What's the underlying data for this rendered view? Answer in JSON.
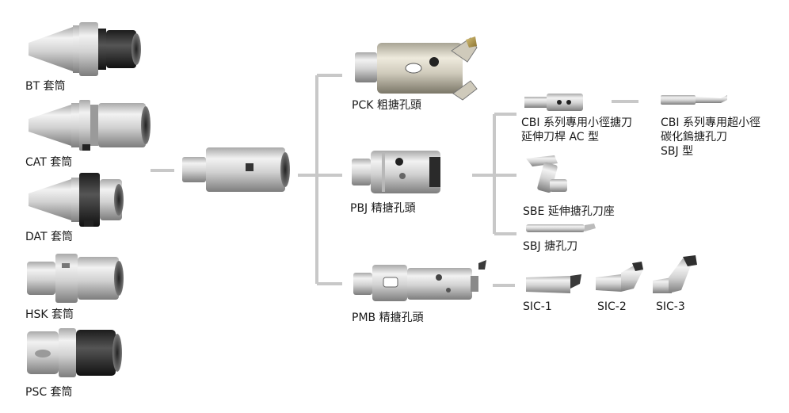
{
  "holders": [
    {
      "id": "bt",
      "label": "BT 套筒"
    },
    {
      "id": "cat",
      "label": "CAT 套筒"
    },
    {
      "id": "dat",
      "label": "DAT 套筒"
    },
    {
      "id": "hsk",
      "label": "HSK 套筒"
    },
    {
      "id": "psc",
      "label": "PSC 套筒"
    }
  ],
  "heads": [
    {
      "id": "pck",
      "label": "PCK 粗搪孔頭"
    },
    {
      "id": "pbj",
      "label": "PBJ 精搪孔頭"
    },
    {
      "id": "pmb",
      "label": "PMB 精搪孔頭"
    }
  ],
  "bars": {
    "cbi_ac": {
      "line1": "CBI 系列專用小徑搪刀",
      "line2": "延伸刀桿 AC 型"
    },
    "cbi_sbj": {
      "line1": "CBI 系列專用超小徑",
      "line2": "碳化鎢搪孔刀",
      "line3": "SBJ 型"
    },
    "sbe": "SBE 延伸搪孔刀座",
    "sbj": "SBJ 搪孔刀"
  },
  "inserts": [
    {
      "id": "sic1",
      "label": "SIC-1"
    },
    {
      "id": "sic2",
      "label": "SIC-2"
    },
    {
      "id": "sic3",
      "label": "SIC-3"
    }
  ],
  "colors": {
    "line": "#c8c8c8",
    "text": "#1a1a1a",
    "steel_light": "#e6e6e6",
    "steel_dark": "#8a8a8a",
    "black": "#2a2a2a"
  }
}
